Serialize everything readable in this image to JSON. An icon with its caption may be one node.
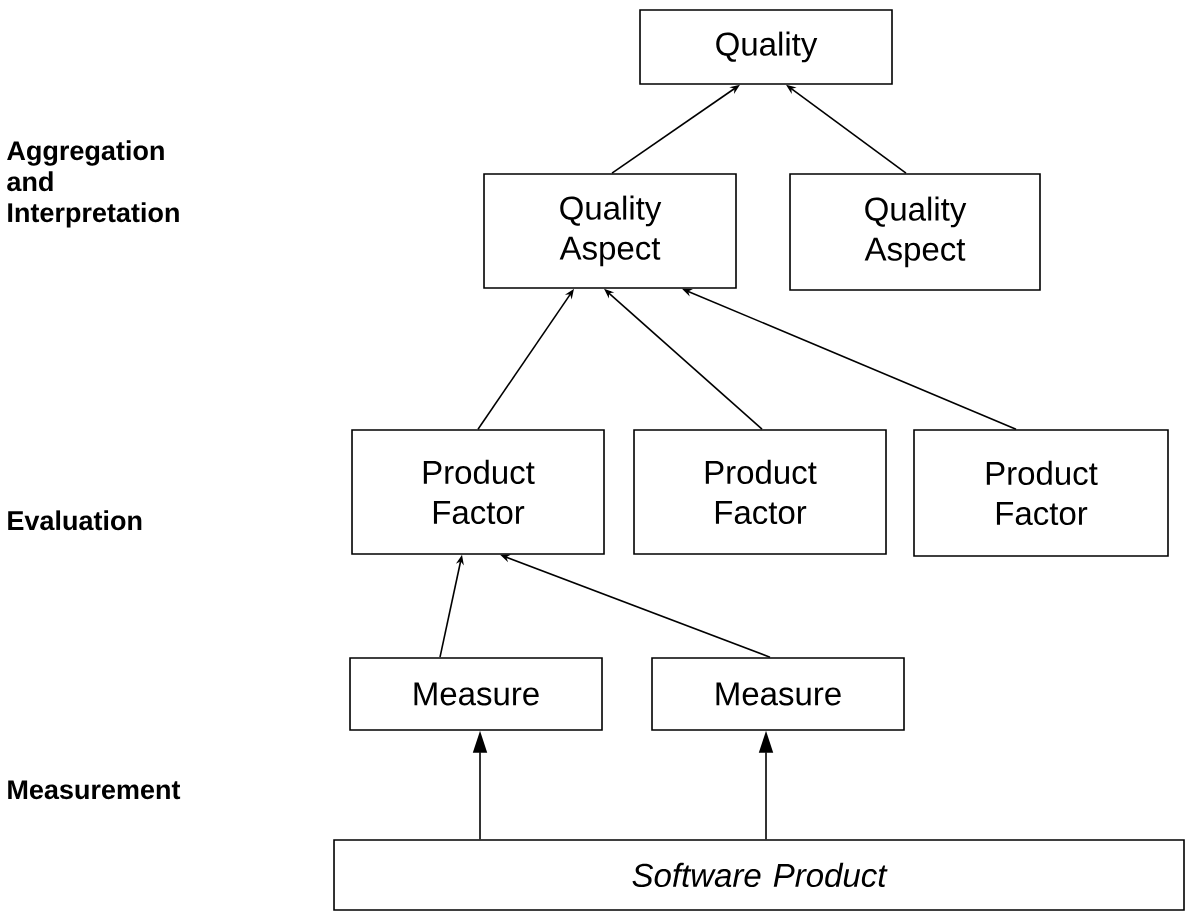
{
  "diagram": {
    "nodes": [
      {
        "text": [
          "Quality"
        ]
      },
      {
        "text": [
          "Quality Aspect"
        ]
      },
      {
        "text": [
          "Quality Aspect"
        ]
      },
      {
        "text": [
          "Product Factor"
        ]
      },
      {
        "text": [
          "Product Factor"
        ]
      },
      {
        "text": [
          "Product Factor"
        ]
      },
      {
        "text": [
          "Measure"
        ]
      },
      {
        "text": [
          "Measure"
        ]
      },
      {
        "text": [
          "Software Product"
        ]
      }
    ],
    "edges": [
      {
        "from": 1,
        "to": 0,
        "arrow": "to"
      },
      {
        "from": 2,
        "to": 0,
        "arrow": "to"
      },
      {
        "from": 3,
        "to": 1,
        "arrow": "to"
      },
      {
        "from": 4,
        "to": 1,
        "arrow": "to"
      },
      {
        "from": 5,
        "to": 1,
        "arrow": "to"
      },
      {
        "from": 6,
        "to": 3,
        "arrow": "to"
      },
      {
        "from": 7,
        "to": 3,
        "arrow": "to"
      },
      {
        "from": 8,
        "to": 6,
        "arrow": "to"
      },
      {
        "from": 8,
        "to": 7,
        "arrow": "to"
      }
    ],
    "labels": [
      "Aggregation and Interpretation",
      "Evaluation",
      "Measurement"
    ]
  }
}
